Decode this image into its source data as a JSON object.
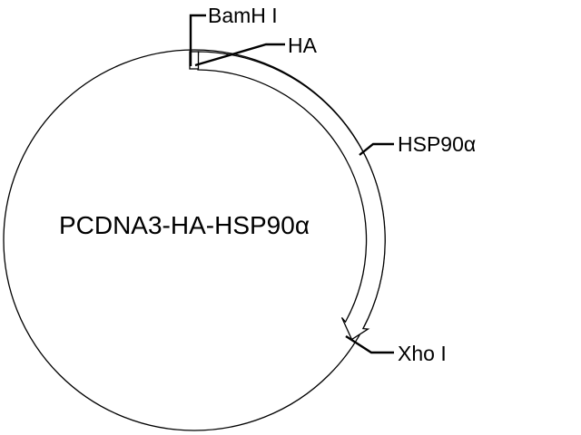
{
  "diagram": {
    "type": "plasmid-map",
    "name": "PCDNA3-HA-HSP90α",
    "features": [
      {
        "name": "HA",
        "kind": "tag"
      },
      {
        "name": "HSP90α",
        "kind": "insert",
        "direction": "clockwise"
      }
    ],
    "sites": [
      {
        "name": "BamH I"
      },
      {
        "name": "Xho I"
      }
    ]
  }
}
